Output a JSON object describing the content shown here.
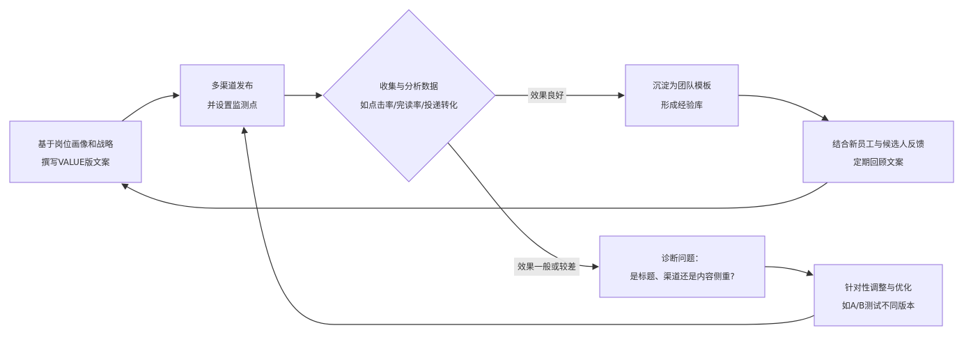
{
  "colors": {
    "node_fill": "#ECECFF",
    "node_stroke": "#9370DB",
    "edge": "#333333",
    "label_bg": "#e8e8e8",
    "text": "#333333"
  },
  "nodes": {
    "write_copy": {
      "line1": "基于岗位画像和战略",
      "line2": "撰写VALUE版文案"
    },
    "publish": {
      "line1": "多渠道发布",
      "line2": "并设置监测点"
    },
    "analyze": {
      "line1": "收集与分析数据",
      "line2": "如点击率/完读率/投递转化"
    },
    "template": {
      "line1": "沉淀为团队模板",
      "line2": "形成经验库"
    },
    "review": {
      "line1": "结合新员工与候选人反馈",
      "line2": "定期回顾文案"
    },
    "diagnose": {
      "line1": "诊断问题：",
      "line2": "是标题、渠道还是内容侧重?"
    },
    "optimize": {
      "line1": "针对性调整与优化",
      "line2": "如A/B测试不同版本"
    }
  },
  "edges": {
    "good": {
      "label": "效果良好"
    },
    "poor": {
      "label": "效果一般或较差"
    }
  }
}
